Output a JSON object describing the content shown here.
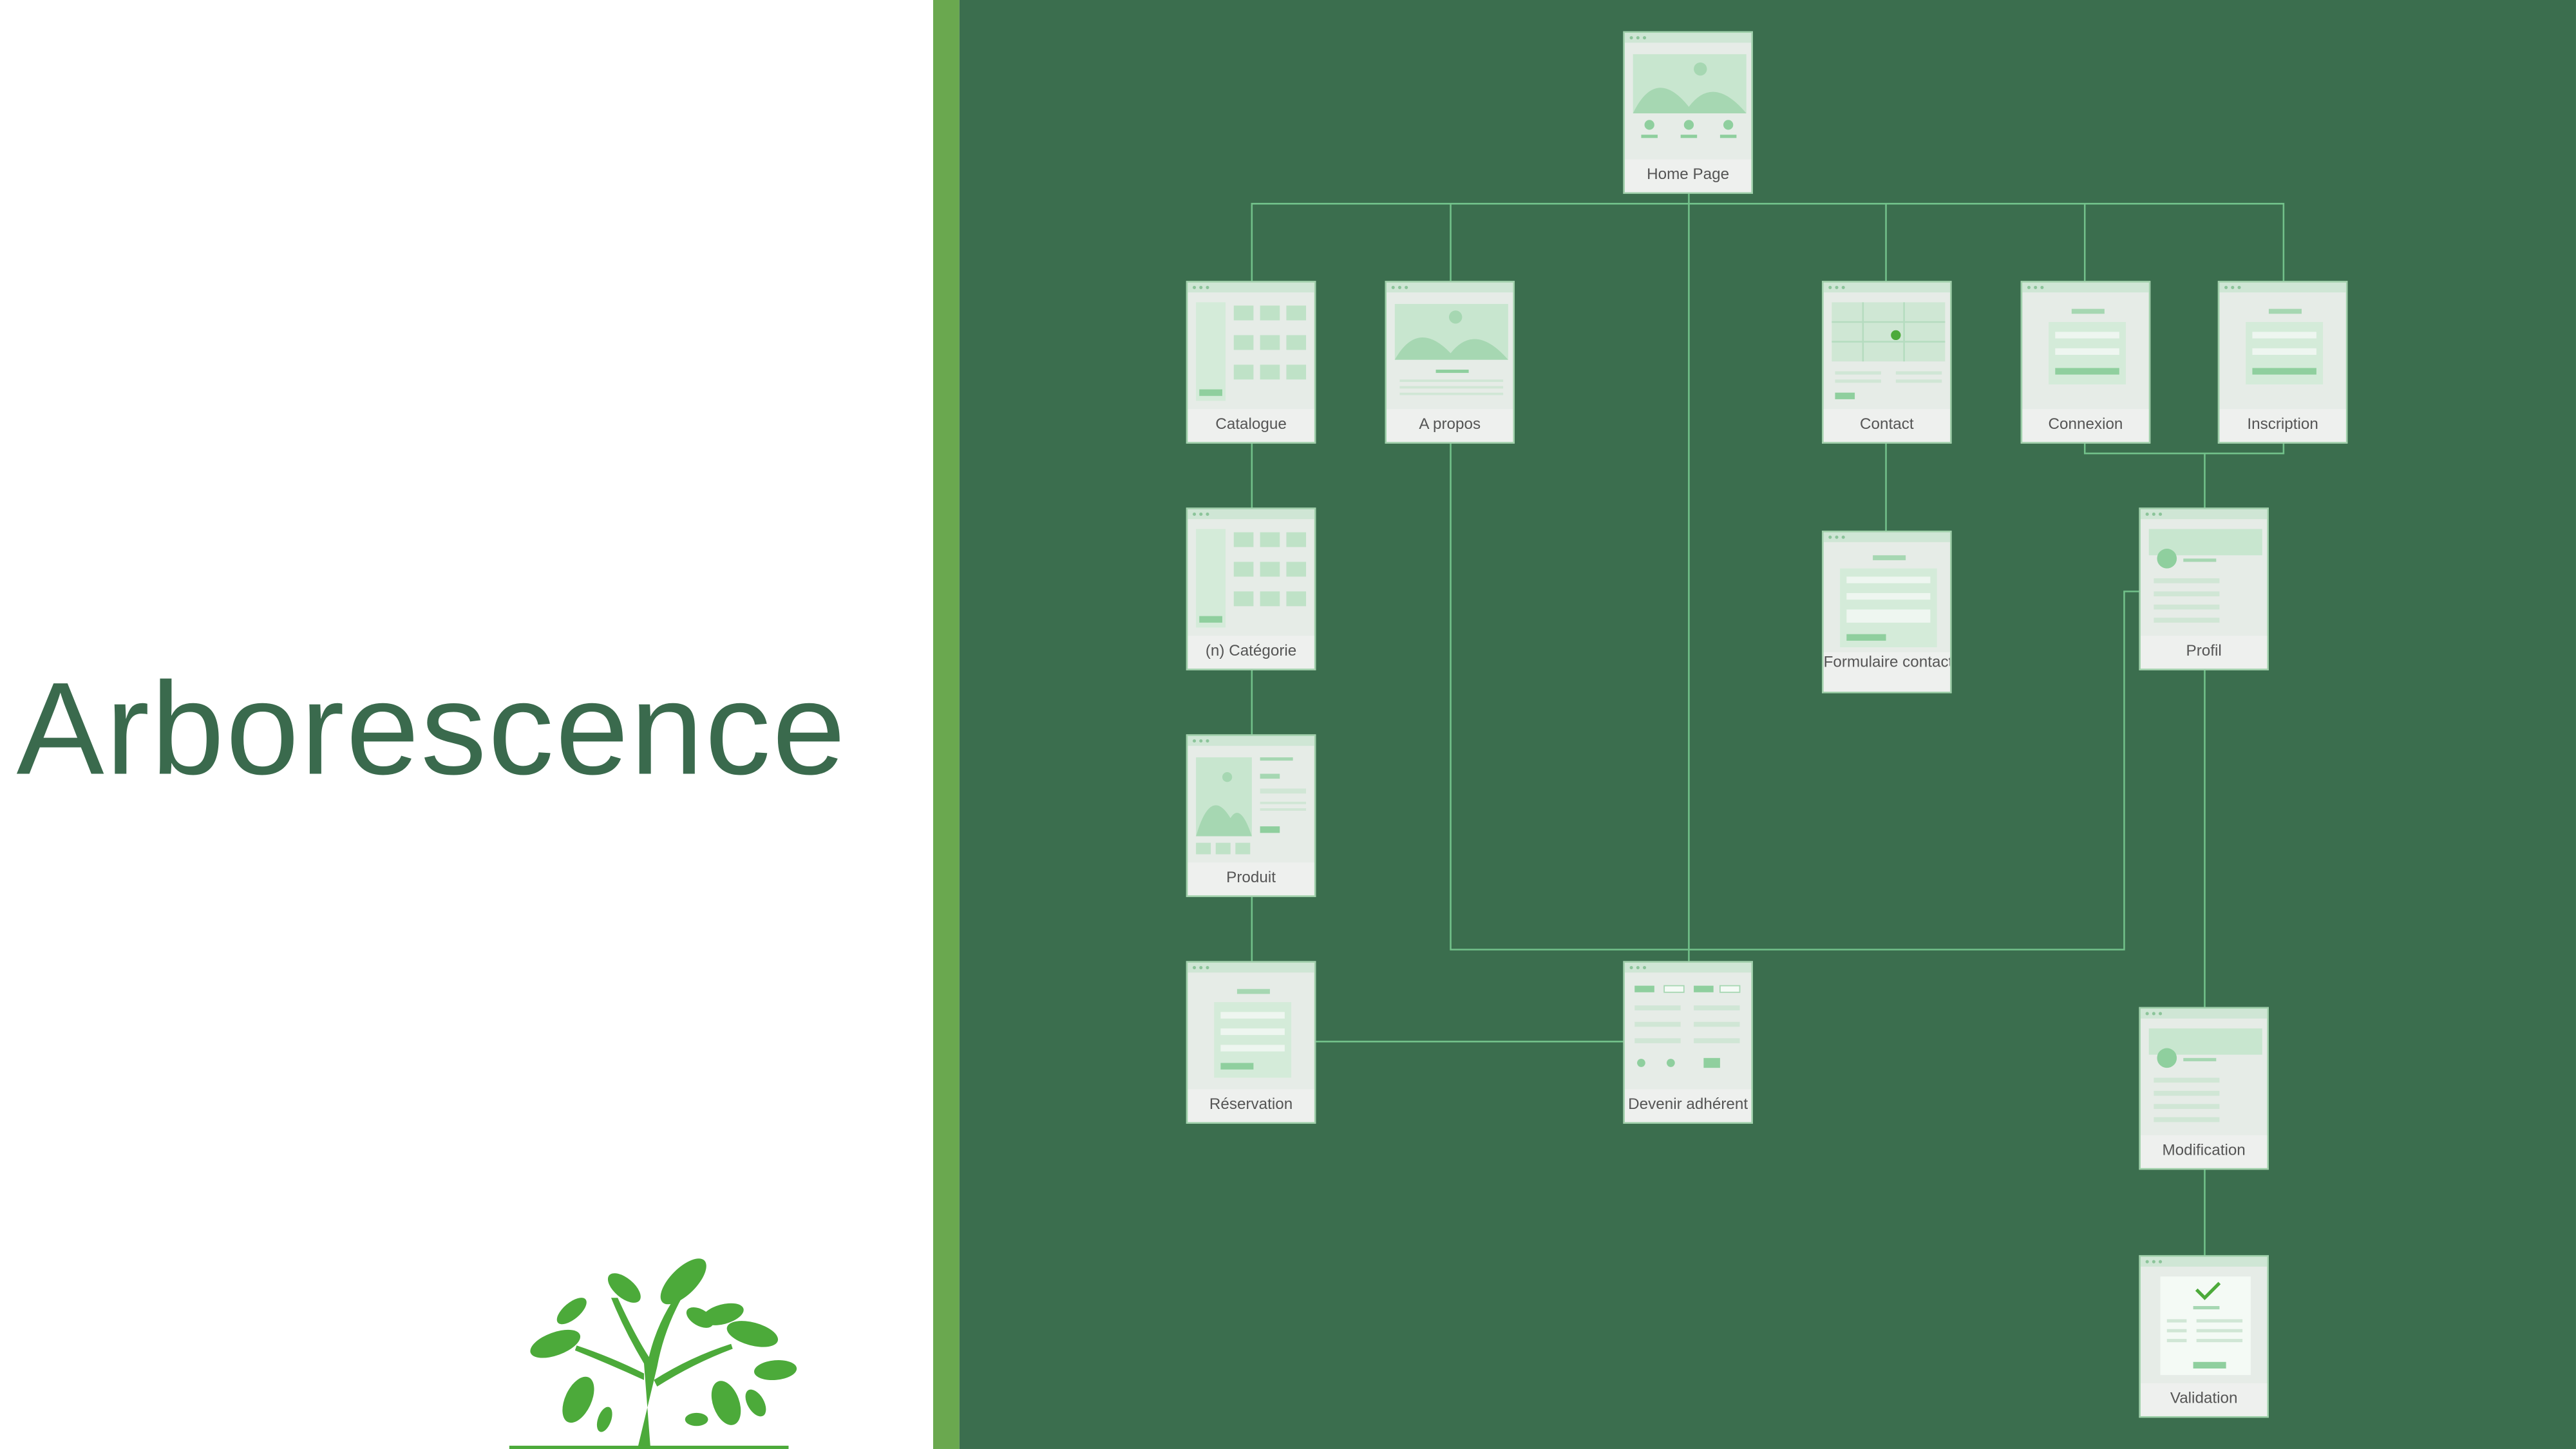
{
  "title": "Arborescence",
  "logo": {
    "icon": "tree-icon"
  },
  "colors": {
    "panel_bg": "#3b6e4e",
    "stripe": "#6aa84f",
    "connector": "#72c18a",
    "title": "#3a6a4d",
    "card": "#e6ece7"
  },
  "pages": {
    "home": "Home Page",
    "catalogue": "Catalogue",
    "apropos": "A propos",
    "contact": "Contact",
    "connexion": "Connexion",
    "inscription": "Inscription",
    "categorie": "(n) Catégorie",
    "formulaire": "Formulaire contact",
    "profil": "Profil",
    "produit": "Produit",
    "reservation": "Réservation",
    "adherent": "Devenir adhérent",
    "modification": "Modification",
    "validation": "Validation"
  }
}
